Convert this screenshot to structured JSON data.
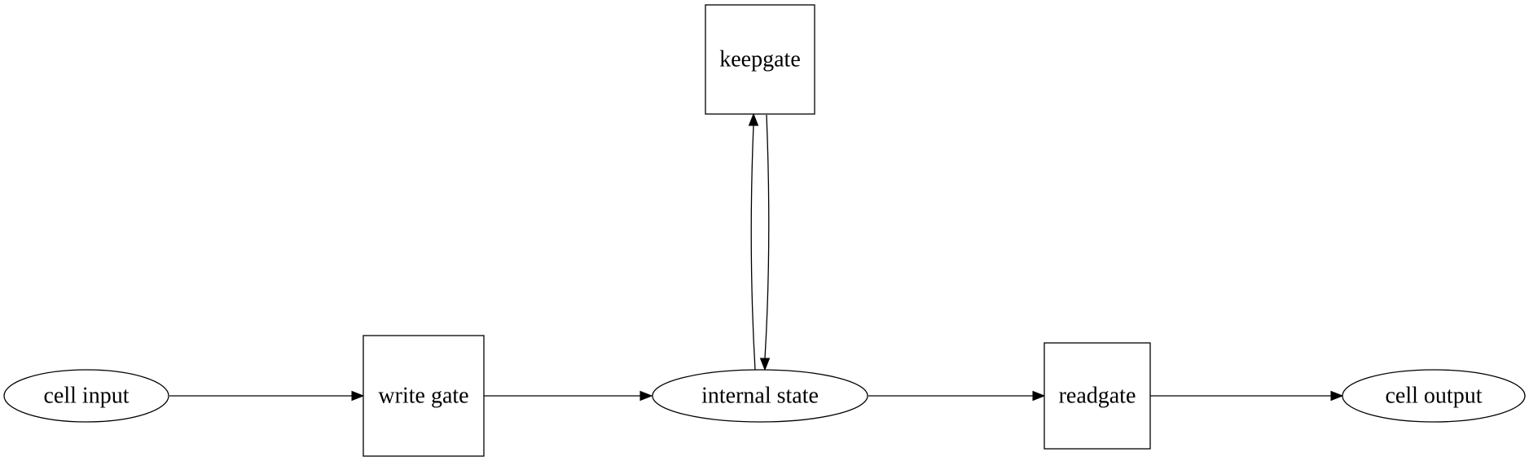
{
  "nodes": {
    "cell_input": "cell input",
    "write_gate": "write gate",
    "internal_state": "internal state",
    "keepgate": "keepgate",
    "readgate": "readgate",
    "cell_output": "cell output"
  },
  "edges": [
    {
      "from": "cell input",
      "to": "write gate"
    },
    {
      "from": "write gate",
      "to": "internal state"
    },
    {
      "from": "internal state",
      "to": "keepgate"
    },
    {
      "from": "keepgate",
      "to": "internal state"
    },
    {
      "from": "internal state",
      "to": "readgate"
    },
    {
      "from": "readgate",
      "to": "cell output"
    }
  ]
}
